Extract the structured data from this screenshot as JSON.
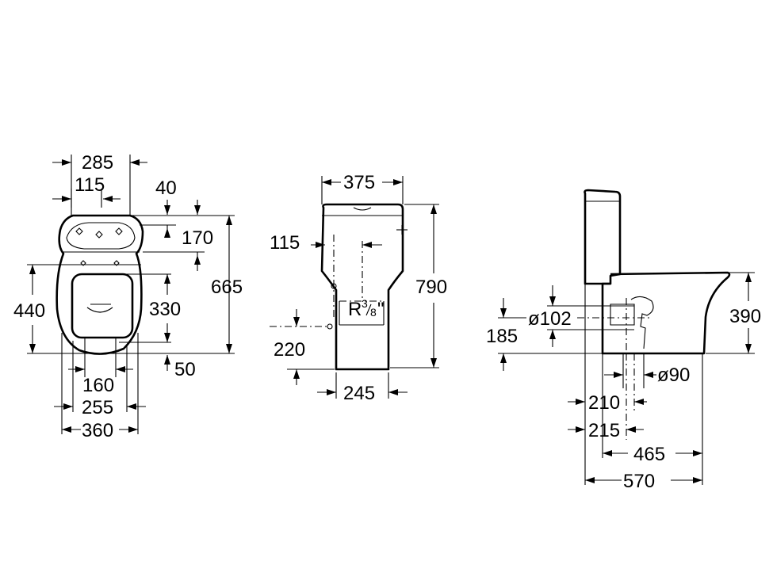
{
  "top_view": {
    "width_285": "285",
    "width_115": "115",
    "dim_40": "40",
    "dim_170": "170",
    "height_665": "665",
    "height_440": "440",
    "height_330": "330",
    "dim_50": "50",
    "width_160": "160",
    "width_255": "255",
    "width_360": "360"
  },
  "front_view": {
    "width_375": "375",
    "dim_115": "115",
    "height_790": "790",
    "connection_R": "R",
    "connection_3": "3",
    "connection_8": "8",
    "connection_quote": "\"",
    "height_220": "220",
    "width_245": "245"
  },
  "side_view": {
    "dia_102": "ø102",
    "dim_185": "185",
    "height_390": "390",
    "dia_90": "ø90",
    "dim_210": "210",
    "dim_215": "215",
    "dim_465": "465",
    "dim_570": "570"
  }
}
